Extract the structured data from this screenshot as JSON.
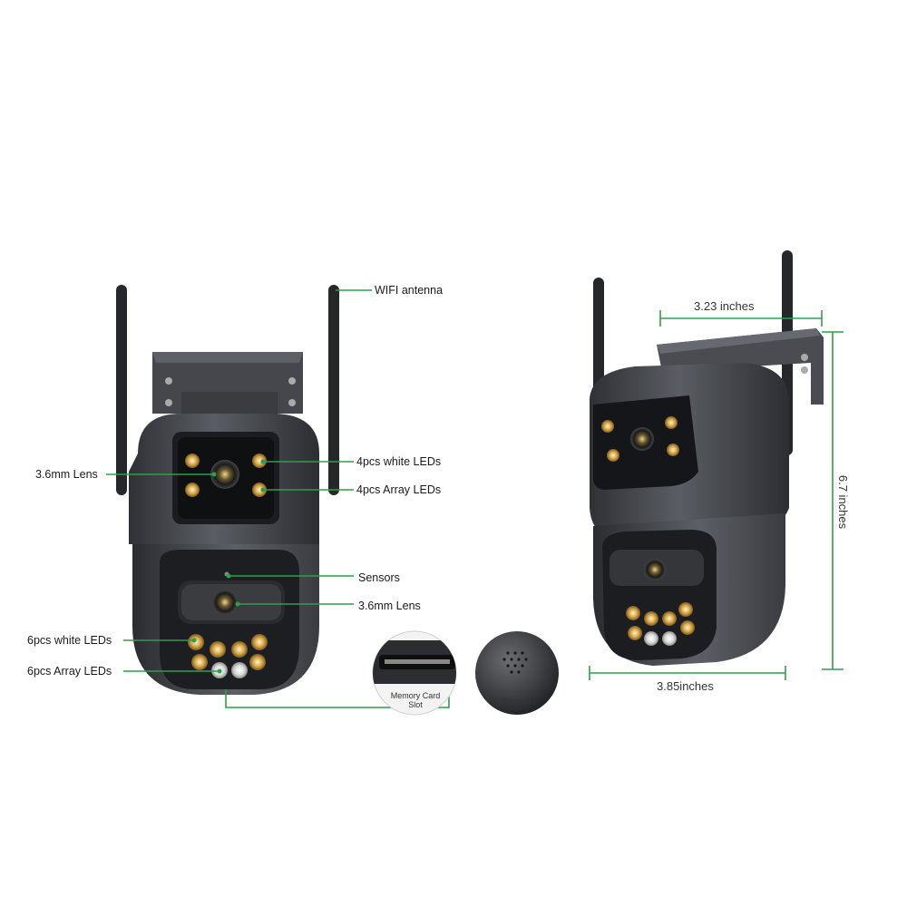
{
  "colors": {
    "callout_line": "#2e9e4a",
    "body_dark": "#3d3f44",
    "body_mid": "#55585e",
    "led_warm": "#d9a84a",
    "led_white": "#d8d8d8"
  },
  "callouts": {
    "wifi_antenna": "WIFI antenna",
    "lens_top": "3.6mm Lens",
    "white_leds_top": "4pcs white LEDs",
    "array_leds_top": "4pcs Array LEDs",
    "sensors": "Sensors",
    "lens_bottom": "3.6mm Lens",
    "white_leds_bottom": "6pcs white LEDs",
    "array_leds_bottom": "6pcs Array LEDs"
  },
  "insets": {
    "memory_card": "Memory Card Slot",
    "speaker": "Speaker"
  },
  "dimensions": {
    "width_top": "3.23 inches",
    "height": "6.7 inches",
    "width_bottom": "3.85inches"
  }
}
